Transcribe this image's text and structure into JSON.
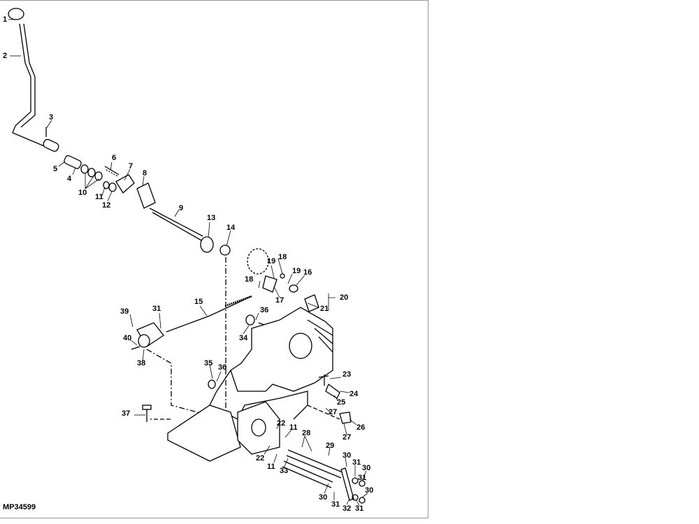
{
  "figure_code": "MP34599",
  "callouts": [
    "1",
    "2",
    "3",
    "4",
    "5",
    "6",
    "7",
    "8",
    "9",
    "10",
    "11",
    "12",
    "13",
    "14",
    "15",
    "16",
    "17",
    "18",
    "19",
    "20",
    "21",
    "22",
    "23",
    "24",
    "25",
    "26",
    "27",
    "28",
    "29",
    "30",
    "31",
    "32",
    "33",
    "34",
    "35",
    "36",
    "37",
    "38",
    "39",
    "40"
  ],
  "extra_callouts": {
    "c11b": "11",
    "c11c": "11",
    "c18b": "18",
    "c19b": "19",
    "c22b": "22",
    "c27b": "27",
    "c30b": "30",
    "c30c": "30",
    "c30d": "30",
    "c31b": "31",
    "c31c": "31",
    "c31d": "31",
    "c31e": "31",
    "c36b": "36"
  }
}
